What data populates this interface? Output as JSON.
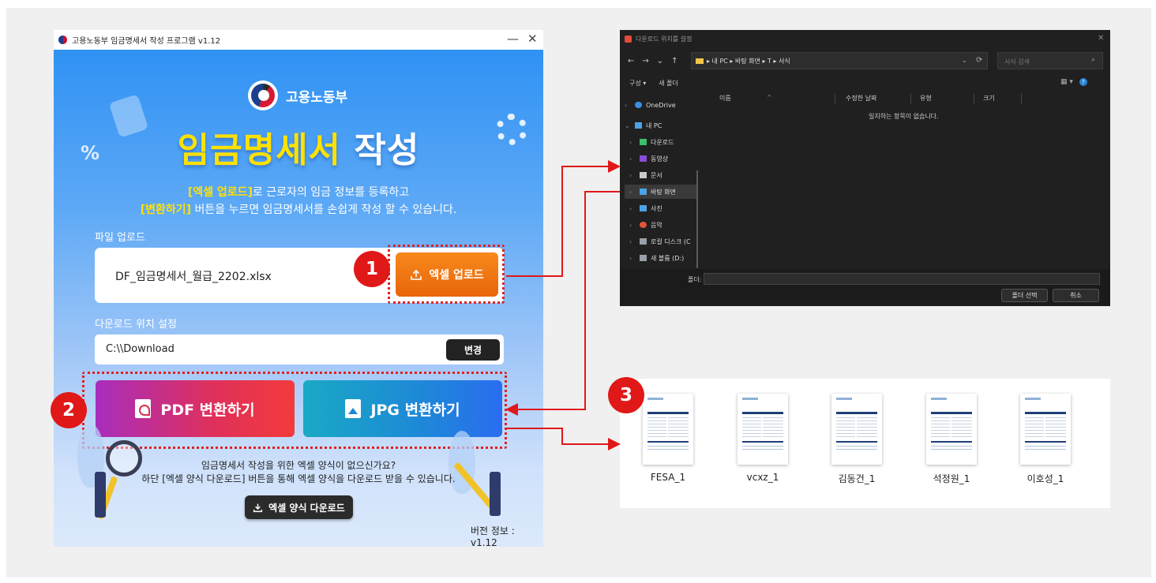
{
  "app": {
    "window_title": "고용노동부 임금명세서 작성 프로그램 v1.12",
    "minimize": "—",
    "close": "✕",
    "brand_name": "고용노동부",
    "title_yellow": "임금명세서",
    "title_white": "작성",
    "desc_line1_highlight": "[엑셀 업로드]",
    "desc_line1_rest": "로 근로자의 임금 정보를 등록하고",
    "desc_line2_highlight": "[변환하기]",
    "desc_line2_rest": " 버튼을 누르면 임금명세서를 손쉽게 작성 할 수 있습니다.",
    "deco_percent": "%",
    "upload_label": "파일 업로드",
    "upload_filename": "DF_임금명세서_월급_2202.xlsx",
    "excel_upload_button": "엑셀 업로드",
    "download_label": "다운로드 위치 설정",
    "download_path": "C:\\\\Download",
    "change_button": "변경",
    "pdf_button": "PDF 변환하기",
    "jpg_button": "JPG 변환하기",
    "help_line1": "임금명세서 작성을 위한 엑셀 양식이 없으신가요?",
    "help_line2": "하단 [엑셀 양식 다운로드] 버튼을 통해 엑셀 양식을 다운로드 받을 수 있습니다.",
    "form_download_button": "엑셀 양식 다운로드",
    "version": "버전 정보 : v1.12"
  },
  "badges": [
    "1",
    "2",
    "3"
  ],
  "dialog": {
    "title": "다운로드 위치를 설정",
    "close": "✕",
    "nav": [
      "←",
      "→",
      "⌄",
      "↑"
    ],
    "breadcrumb": "▸ 내 PC ▸ 바탕 화면 ▸ T ▸ 서식",
    "search_placeholder": "서식 검색",
    "toolbar": [
      "구성 ▾",
      "새 폴더"
    ],
    "sidebar": [
      {
        "label": "OneDrive",
        "chev": "›",
        "color": "#3a8ee6"
      },
      {
        "label": "내 PC",
        "chev": "⌄",
        "color": "#4aa3e8"
      },
      {
        "label": "다운로드",
        "chev": "›",
        "color": "#3cbf6a"
      },
      {
        "label": "동영상",
        "chev": "›",
        "color": "#8a4bd6"
      },
      {
        "label": "문서",
        "chev": "›",
        "color": "#c9c9c9"
      },
      {
        "label": "바탕 화면",
        "chev": "›",
        "color": "#4aa3e8"
      },
      {
        "label": "사진",
        "chev": "›",
        "color": "#4aa3e8"
      },
      {
        "label": "음악",
        "chev": "›",
        "color": "#e0553a"
      },
      {
        "label": "로컬 디스크 (C",
        "chev": "›",
        "color": "#9aa0a8"
      },
      {
        "label": "새 볼륨 (D:)",
        "chev": "›",
        "color": "#9aa0a8"
      }
    ],
    "columns": [
      "이름",
      "수정한 날짜",
      "유형",
      "크기"
    ],
    "empty_message": "일치하는 항목이 없습니다.",
    "folder_label": "폴더:",
    "select_button": "폴더 선택",
    "cancel_button": "취소"
  },
  "files": [
    "FESA_1",
    "vcxz_1",
    "김동건_1",
    "석정원_1",
    "이호성_1"
  ],
  "colors": {
    "badge": "#e01818",
    "arrow": "#e01818",
    "excel_button": "#f07a14",
    "pdf_start": "#a82dbd",
    "pdf_end": "#f23b3b",
    "jpg_start": "#19a9c4",
    "jpg_end": "#2a6df0"
  }
}
